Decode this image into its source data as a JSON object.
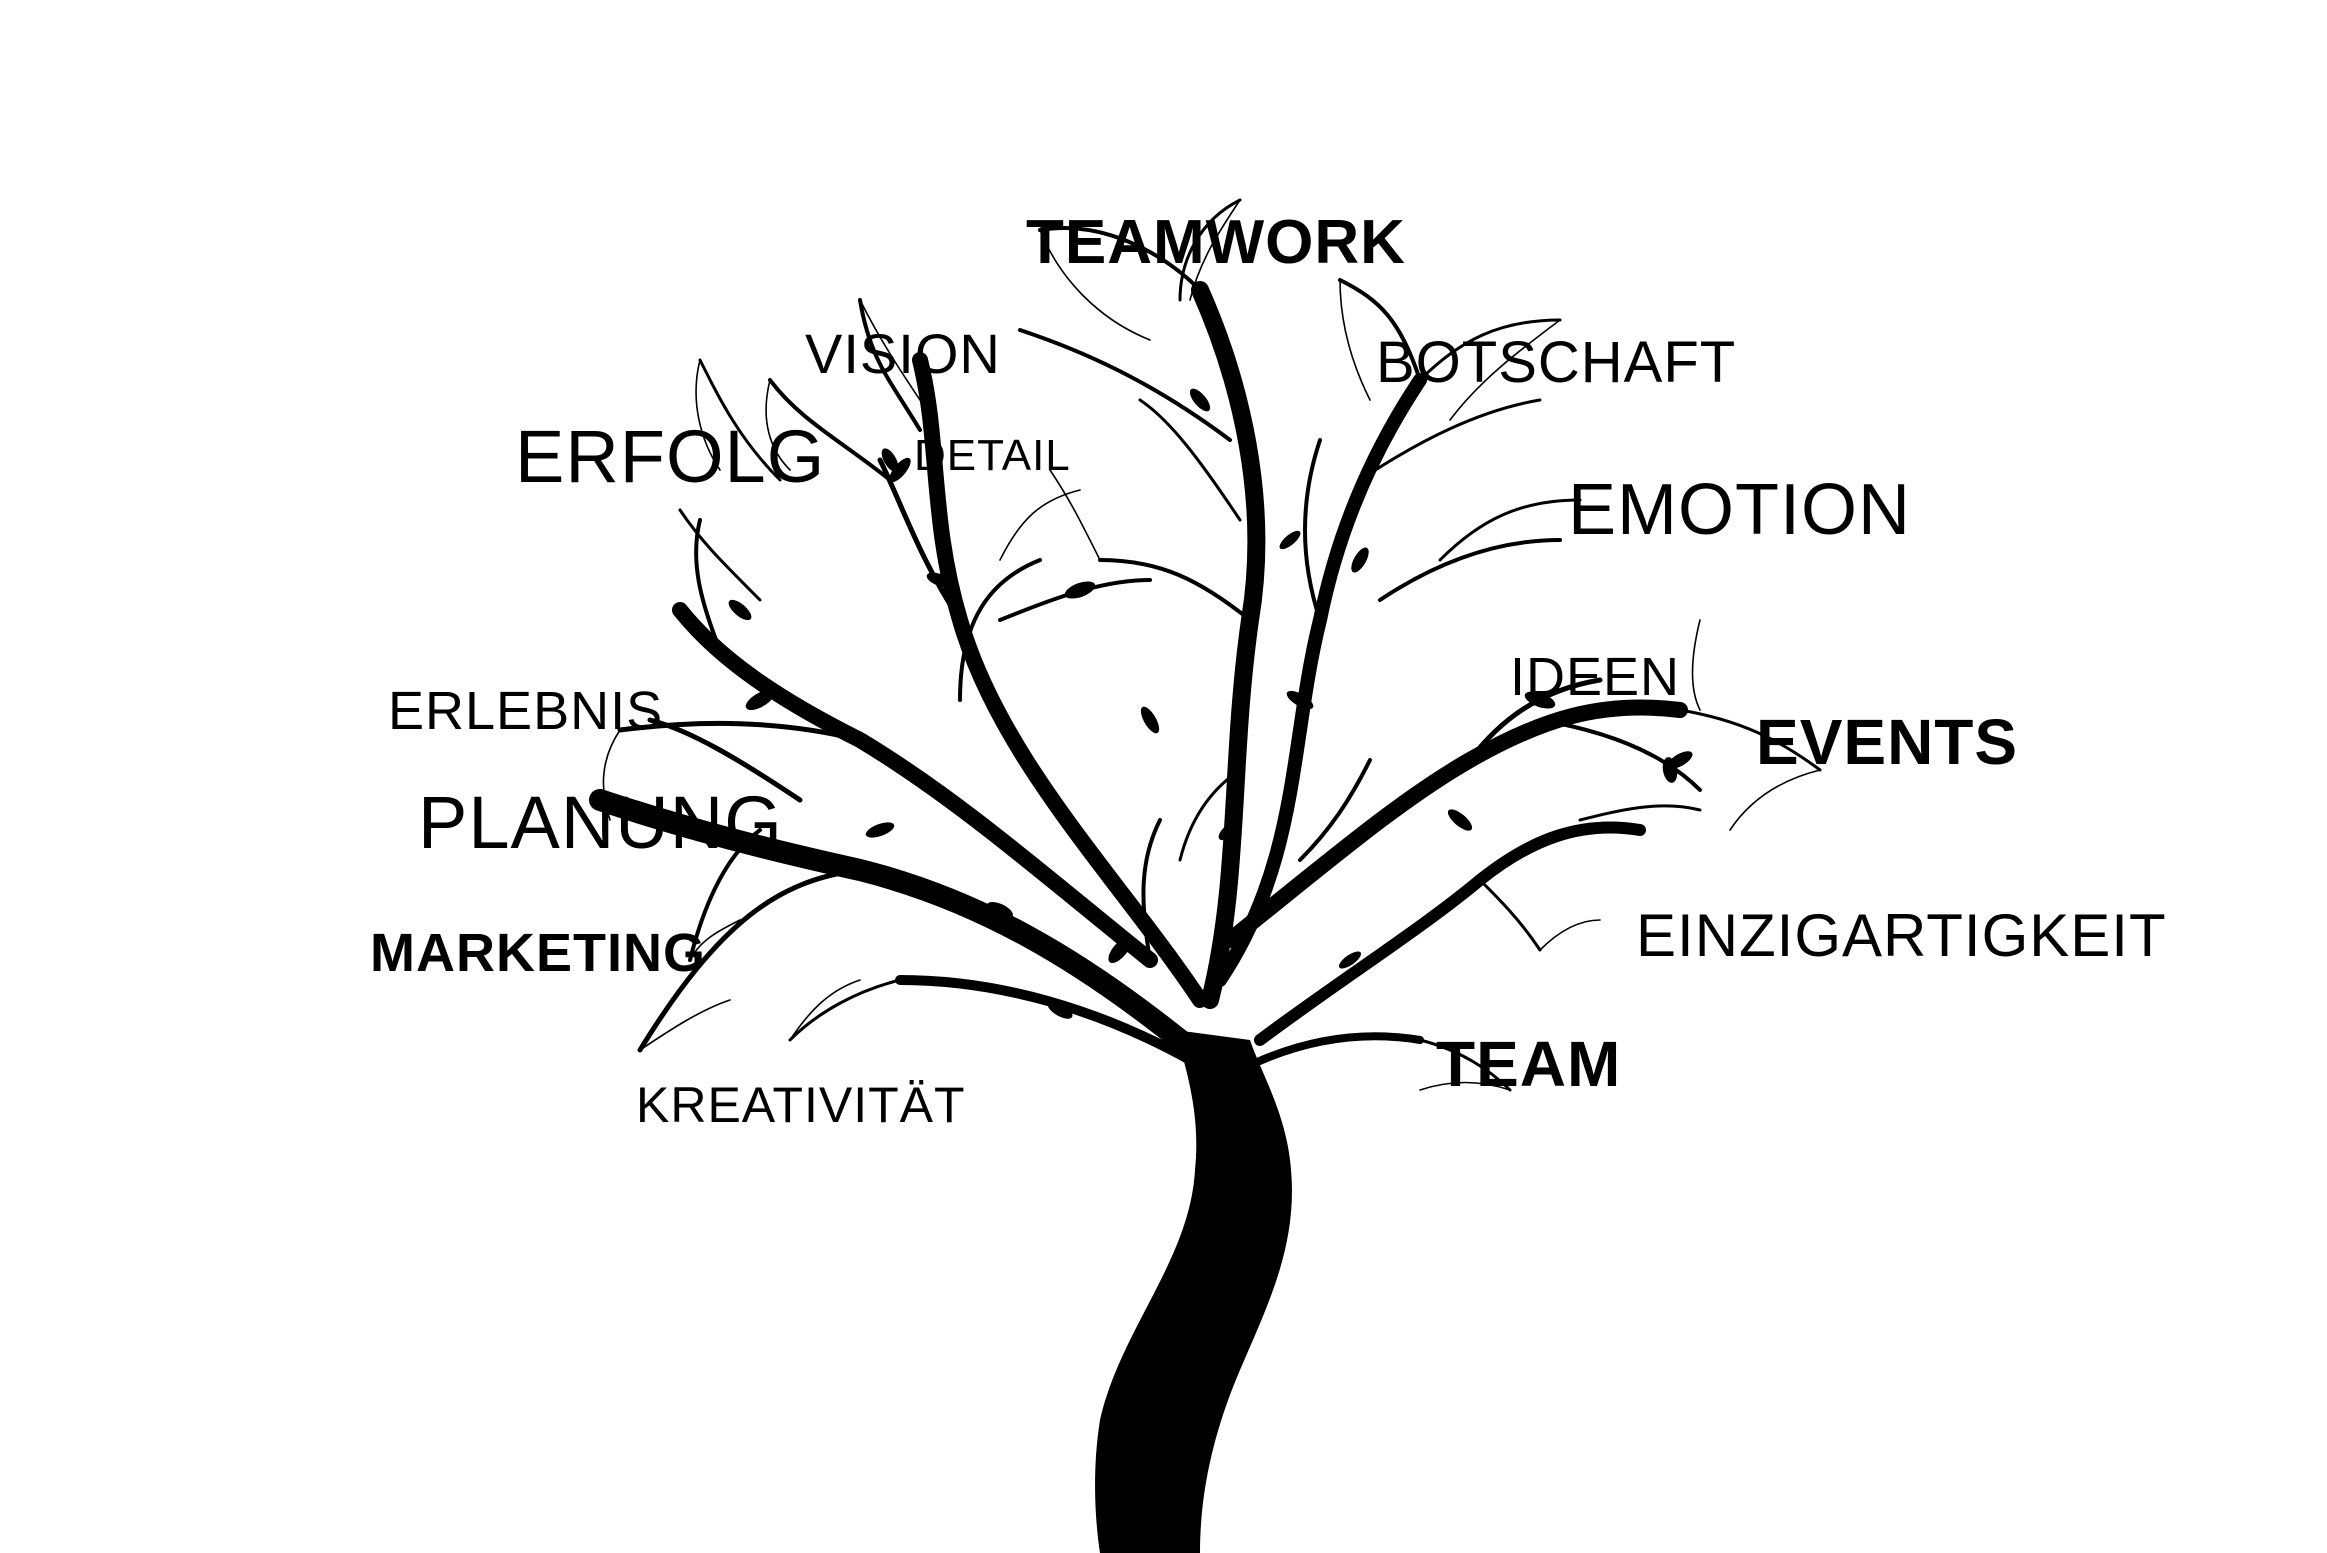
{
  "colors": {
    "background": "#ffffff",
    "ink": "#000000"
  },
  "words": {
    "teamwork": "TEAMWORK",
    "vision": "VISION",
    "botschaft": "BOTSCHAFT",
    "erfolg": "ERFOLG",
    "detail": "DETAIL",
    "emotion": "EMOTION",
    "ideen": "IDEEN",
    "erlebnis": "ERLEBNIS",
    "events": "EVENTS",
    "planung": "PLANUNG",
    "marketing": "MARKETING",
    "einzigartigkeit": "EINZIGARTIGKEIT",
    "team": "TEAM",
    "kreativitaet": "KREATIVITÄT"
  }
}
